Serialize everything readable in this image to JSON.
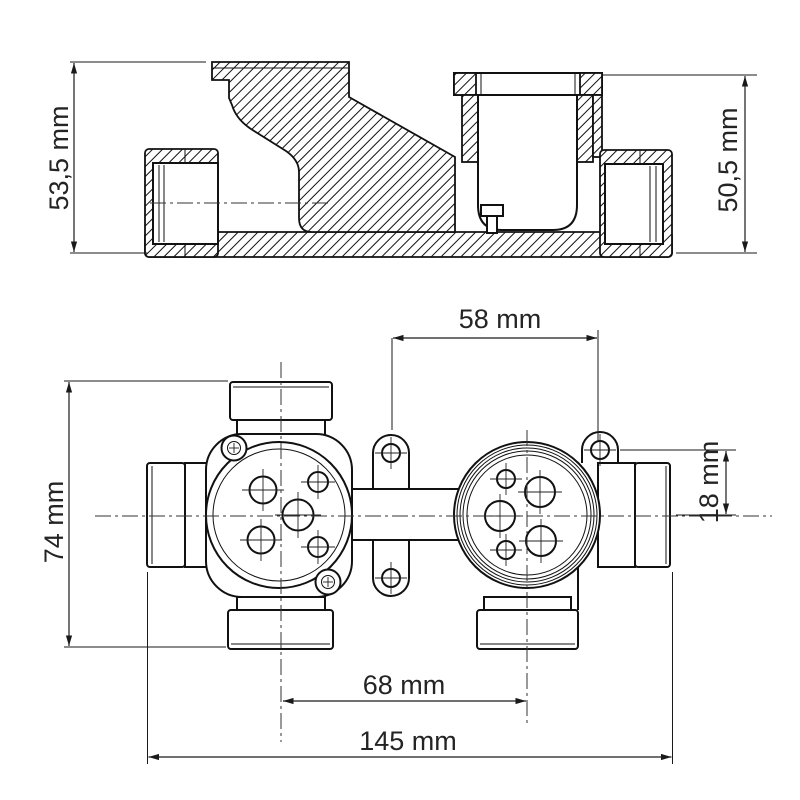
{
  "drawing": {
    "type": "technical-drawing",
    "background_color": "#ffffff",
    "line_color": "#111111",
    "text_color": "#242424",
    "units": "mm",
    "dimensions": {
      "left_height": "53,5 mm",
      "right_height": "50,5 mm",
      "ear_spacing": "58 mm",
      "ear_offset": "18 mm",
      "body_depth": "74 mm",
      "port_spacing": "68 mm",
      "overall_width": "145 mm"
    }
  }
}
